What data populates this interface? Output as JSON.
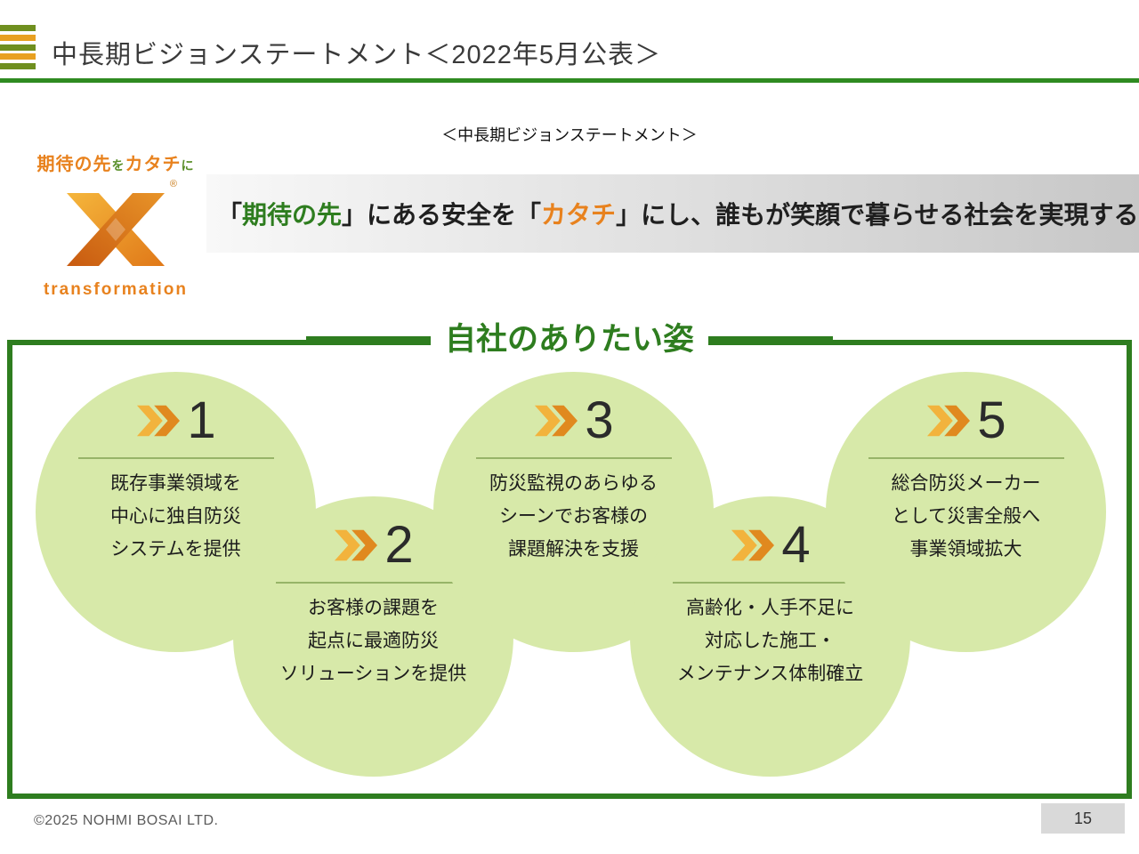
{
  "header": {
    "title": "中長期ビジョンステートメント＜2022年5月公表＞"
  },
  "vision": {
    "label": "＜中長期ビジョンステートメント＞",
    "logo": {
      "tag_main1": "期待の先",
      "tag_p1": "を",
      "tag_main2": "カタチ",
      "tag_p2": "に",
      "registered": "®",
      "sub": "transformation"
    },
    "statement": {
      "q1": "「",
      "h1": "期待の先",
      "m1": "」にある安全を「",
      "h2": "カタチ",
      "m2": "」にし、誰もが笑顔で暮らせる社会を実現する"
    }
  },
  "goals": {
    "title": "自社のありたい姿",
    "items": [
      {
        "number": "1",
        "lines": [
          "既存事業領域を",
          "中心に独自防災",
          "システムを提供"
        ]
      },
      {
        "number": "2",
        "lines": [
          "お客様の課題を",
          "起点に最適防災",
          "ソリューションを提供"
        ]
      },
      {
        "number": "3",
        "lines": [
          "防災監視のあらゆる",
          "シーンでお客様の",
          "課題解決を支援"
        ]
      },
      {
        "number": "4",
        "lines": [
          "高齢化・人手不足に",
          "対応した施工・",
          "メンテナンス体制確立"
        ]
      },
      {
        "number": "5",
        "lines": [
          "総合防災メーカー",
          "として災害全般へ",
          "事業領域拡大"
        ]
      }
    ]
  },
  "footer": {
    "copyright": "©2025 NOHMI BOSAI LTD.",
    "page": "15"
  },
  "colors": {
    "accent_green": "#2e7d1f",
    "accent_orange": "#e8821e",
    "circle_fill": "#d7e9a9",
    "header_rule_green": "#2f8b21",
    "banner_gray": "#c7c7c7"
  }
}
